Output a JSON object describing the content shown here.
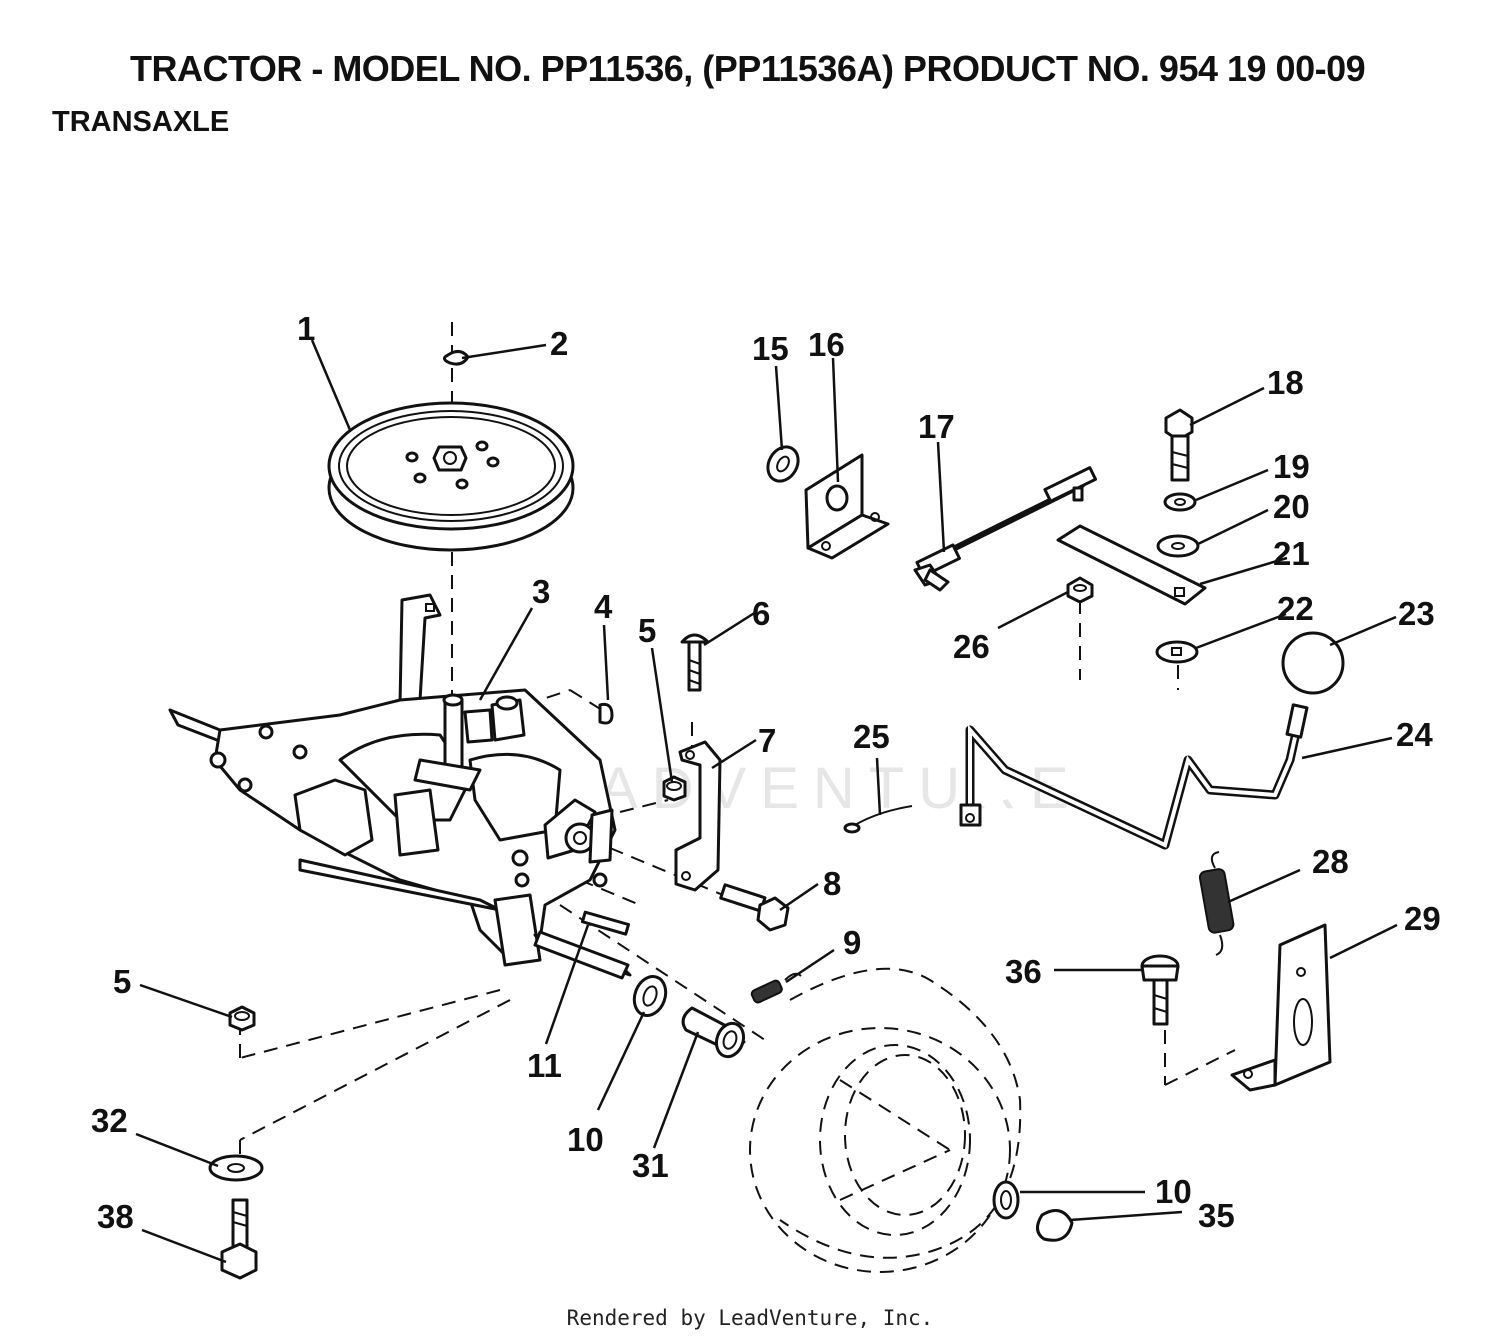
{
  "header": {
    "title": "TRACTOR - MODEL NO. PP11536, (PP11536A)  PRODUCT NO. 954 19 00-09",
    "subtitle": "TRANSAXLE"
  },
  "watermark": "LEADVENTURE",
  "footer": "Rendered by LeadVenture, Inc.",
  "callouts": [
    {
      "id": "c1",
      "label": "1"
    },
    {
      "id": "c2",
      "label": "2"
    },
    {
      "id": "c3",
      "label": "3"
    },
    {
      "id": "c4",
      "label": "4"
    },
    {
      "id": "c5a",
      "label": "5"
    },
    {
      "id": "c6",
      "label": "6"
    },
    {
      "id": "c7",
      "label": "7"
    },
    {
      "id": "c15",
      "label": "15"
    },
    {
      "id": "c16",
      "label": "16"
    },
    {
      "id": "c17",
      "label": "17"
    },
    {
      "id": "c18",
      "label": "18"
    },
    {
      "id": "c19",
      "label": "19"
    },
    {
      "id": "c20",
      "label": "20"
    },
    {
      "id": "c21",
      "label": "21"
    },
    {
      "id": "c22",
      "label": "22"
    },
    {
      "id": "c23",
      "label": "23"
    },
    {
      "id": "c24",
      "label": "24"
    },
    {
      "id": "c25",
      "label": "25"
    },
    {
      "id": "c26",
      "label": "26"
    },
    {
      "id": "c8",
      "label": "8"
    },
    {
      "id": "c9",
      "label": "9"
    },
    {
      "id": "c28",
      "label": "28"
    },
    {
      "id": "c29",
      "label": "29"
    },
    {
      "id": "c36",
      "label": "36"
    },
    {
      "id": "c5b",
      "label": "5"
    },
    {
      "id": "c11",
      "label": "11"
    },
    {
      "id": "c10a",
      "label": "10"
    },
    {
      "id": "c31",
      "label": "31"
    },
    {
      "id": "c32",
      "label": "32"
    },
    {
      "id": "c38",
      "label": "38"
    },
    {
      "id": "c10b",
      "label": "10"
    },
    {
      "id": "c35",
      "label": "35"
    }
  ]
}
